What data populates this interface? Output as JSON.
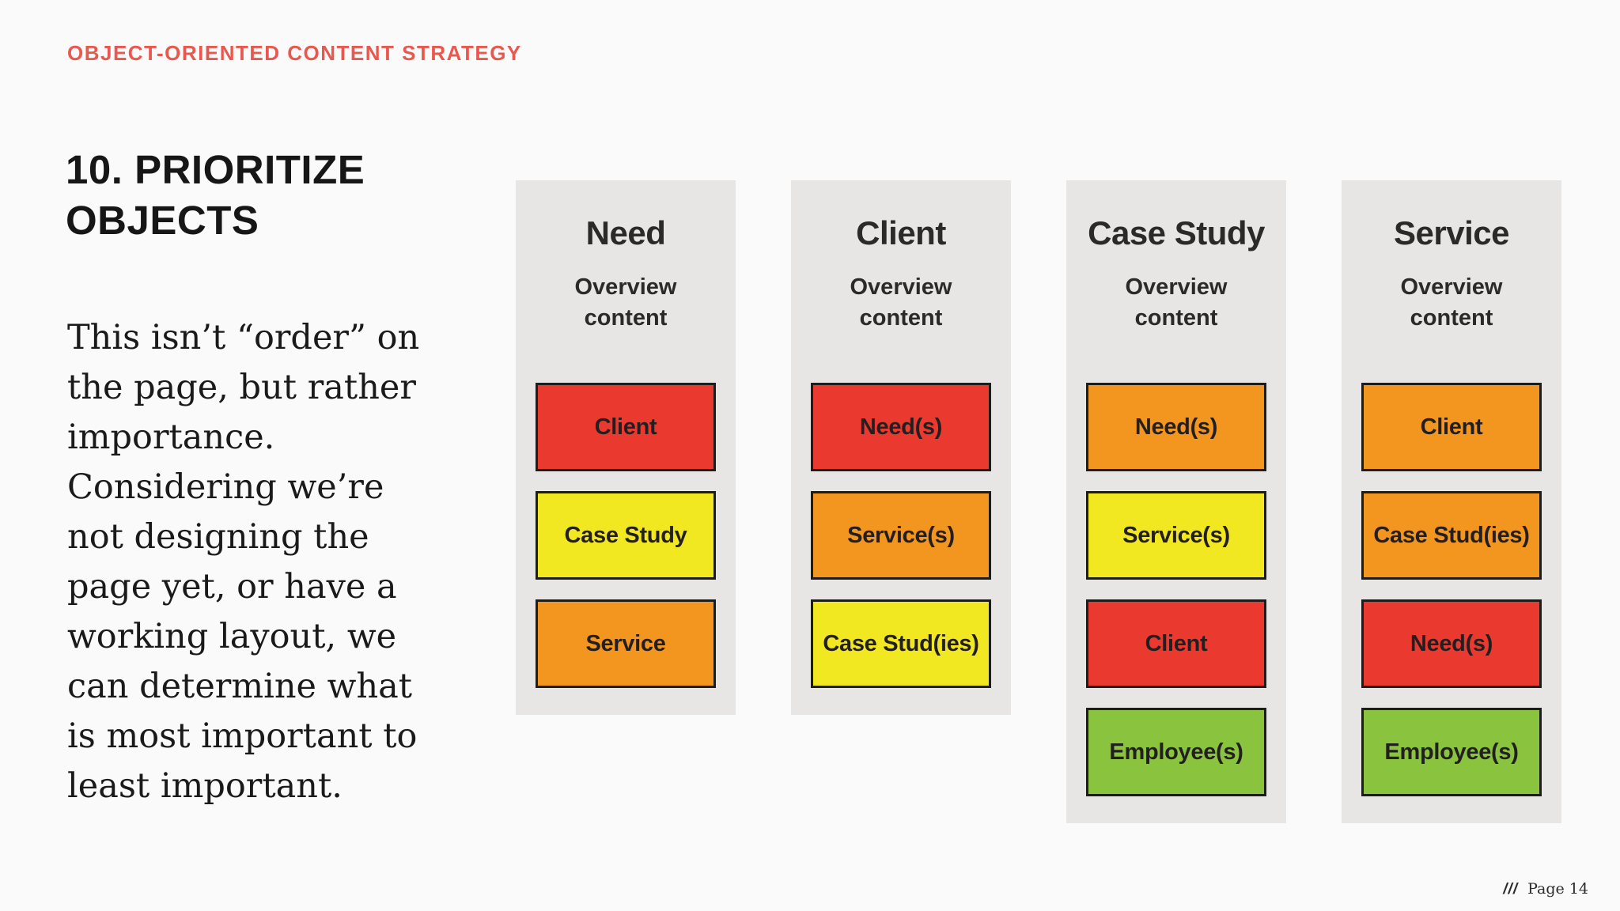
{
  "palette": {
    "accent_red": "#e8584f",
    "box_red": "#ea3a30",
    "box_orange": "#f3961f",
    "box_yellow": "#f2e821",
    "box_green": "#8ac43e",
    "panel_gray": "#e7e6e5",
    "border_dark": "#1d1d1b"
  },
  "header": {
    "eyebrow": "OBJECT-ORIENTED CONTENT STRATEGY",
    "title": "10. PRIORITIZE OBJECTS"
  },
  "body_lines": [
    "This isn’t “order” on",
    "the page, but rather",
    "importance.",
    "Considering we’re",
    "not designing the",
    "page yet, or have a",
    "working layout, we",
    "can determine what",
    "is most important to",
    "least important."
  ],
  "columns": [
    {
      "title": "Need",
      "subtitle": "Overview content",
      "boxes": [
        {
          "label": "Client",
          "color": "#ea3a30"
        },
        {
          "label": "Case Study",
          "color": "#f2e821"
        },
        {
          "label": "Service",
          "color": "#f3961f"
        }
      ]
    },
    {
      "title": "Client",
      "subtitle": "Overview content",
      "boxes": [
        {
          "label": "Need(s)",
          "color": "#ea3a30"
        },
        {
          "label": "Service(s)",
          "color": "#f3961f"
        },
        {
          "label": "Case Stud(ies)",
          "color": "#f2e821"
        }
      ]
    },
    {
      "title": "Case Study",
      "subtitle": "Overview content",
      "boxes": [
        {
          "label": "Need(s)",
          "color": "#f3961f"
        },
        {
          "label": "Service(s)",
          "color": "#f2e821"
        },
        {
          "label": "Client",
          "color": "#ea3a30"
        },
        {
          "label": "Employee(s)",
          "color": "#8ac43e"
        }
      ]
    },
    {
      "title": "Service",
      "subtitle": "Overview content",
      "boxes": [
        {
          "label": "Client",
          "color": "#f3961f"
        },
        {
          "label": "Case Stud(ies)",
          "color": "#f3961f"
        },
        {
          "label": "Need(s)",
          "color": "#ea3a30"
        },
        {
          "label": "Employee(s)",
          "color": "#8ac43e"
        }
      ]
    }
  ],
  "footer": {
    "slashes": "///",
    "page_label": "Page 14"
  }
}
